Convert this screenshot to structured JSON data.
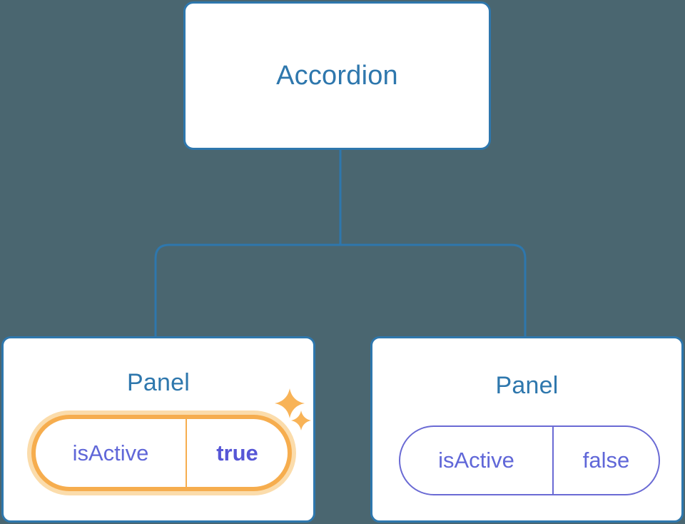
{
  "diagram": {
    "type": "component-tree",
    "background_color": "#4a6670",
    "accent_color": "#2e77ad",
    "prop_color": "#6067d8",
    "highlight_color": "#f6ad4e",
    "highlight_glow_color": "#fbdcab",
    "root": {
      "label": "Accordion"
    },
    "children": [
      {
        "label": "Panel",
        "highlighted": true,
        "prop": {
          "key": "isActive",
          "value": "true"
        },
        "sparkles": [
          "sparkle-icon-large",
          "sparkle-icon-small"
        ]
      },
      {
        "label": "Panel",
        "highlighted": false,
        "prop": {
          "key": "isActive",
          "value": "false"
        }
      }
    ]
  }
}
